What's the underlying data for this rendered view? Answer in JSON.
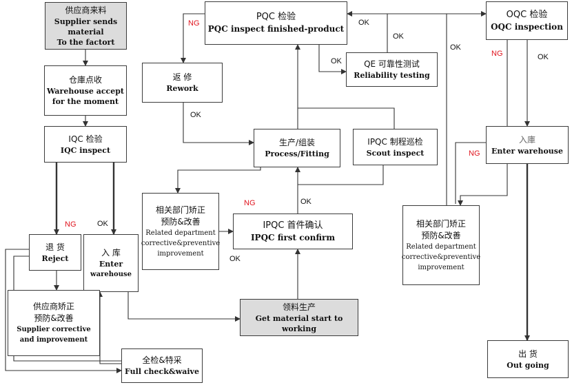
{
  "nodes": {
    "supplier_material": {
      "zh": "供应商来料",
      "en_lines": [
        "Supplier sends material",
        "To the factort"
      ]
    },
    "warehouse_accept": {
      "zh": "仓庫点收",
      "en_lines": [
        "Warehouse accept",
        "for the moment"
      ]
    },
    "iqc": {
      "zh": "IQC 检验",
      "en_lines": [
        "IQC    inspect"
      ]
    },
    "reject": {
      "zh": "退 货",
      "en_lines": [
        "Reject"
      ]
    },
    "enter_warehouse_iqc": {
      "zh": "入 库",
      "en_lines": [
        "Enter",
        "warehouse"
      ]
    },
    "supplier_corrective": {
      "zh": "供应商矫正",
      "zh2": "预防&改善",
      "en_lines": [
        "Supplier corrective",
        "and improvement"
      ]
    },
    "full_check": {
      "zh": "全检&特采",
      "en_lines": [
        "Full check&waive"
      ]
    },
    "pqc": {
      "zh": "PQC 检验",
      "en_lines": [
        "PQC inspect finished-product"
      ]
    },
    "rework": {
      "zh": "返 修",
      "en_lines": [
        "Rework"
      ]
    },
    "qe": {
      "zh": "QE  可靠性测试",
      "en_lines": [
        "Reliability testing"
      ]
    },
    "process": {
      "zh": "生产/组装",
      "en_lines": [
        "Process/Fitting"
      ]
    },
    "ipqc_scout": {
      "zh": "IPQC  制程巡检",
      "en_lines": [
        "Scout inspect"
      ]
    },
    "dept_left": {
      "zh": "相关部门矫正",
      "zh2": "预防&改善",
      "en_lines": [
        "Related        department",
        "corrective&preventive",
        "improvement"
      ]
    },
    "ipqc_first": {
      "zh": "IPQC 首件确认",
      "en_lines": [
        "IPQC    first confirm"
      ]
    },
    "get_material": {
      "zh": "领料生产",
      "en_lines": [
        "Get material start to working"
      ]
    },
    "oqc": {
      "zh": "OQC 检验",
      "en_lines": [
        "OQC inspection"
      ]
    },
    "enter_warehouse_oqc": {
      "zh": "入庫",
      "en_lines": [
        "Enter warehouse"
      ]
    },
    "dept_right": {
      "zh": "相关部门矫正",
      "zh2": "预防&改善",
      "en_lines": [
        "Related        department",
        "corrective&preventive",
        "improvement"
      ]
    },
    "out_going": {
      "zh": "出 货",
      "en_lines": [
        "Out going"
      ]
    }
  },
  "labels": {
    "ng_iqc": "NG",
    "ok_iqc": "OK",
    "ng_pqc_rework": "NG",
    "ok_pqc_oqc": "OK",
    "ok_pqc_qe": "OK",
    "ok_qe_pqc": "OK",
    "ok_rework": "OK",
    "ok_oqc": "OK",
    "ng_oqc": "NG",
    "ng_enter_warehouse": "NG",
    "ng_first_confirm": "NG",
    "ok_first_confirm": "OK",
    "ok_dept_left": "OK"
  },
  "colors": {
    "ng": "#e0141e",
    "line": "#333333",
    "grey_box": "#dcdcdc"
  }
}
